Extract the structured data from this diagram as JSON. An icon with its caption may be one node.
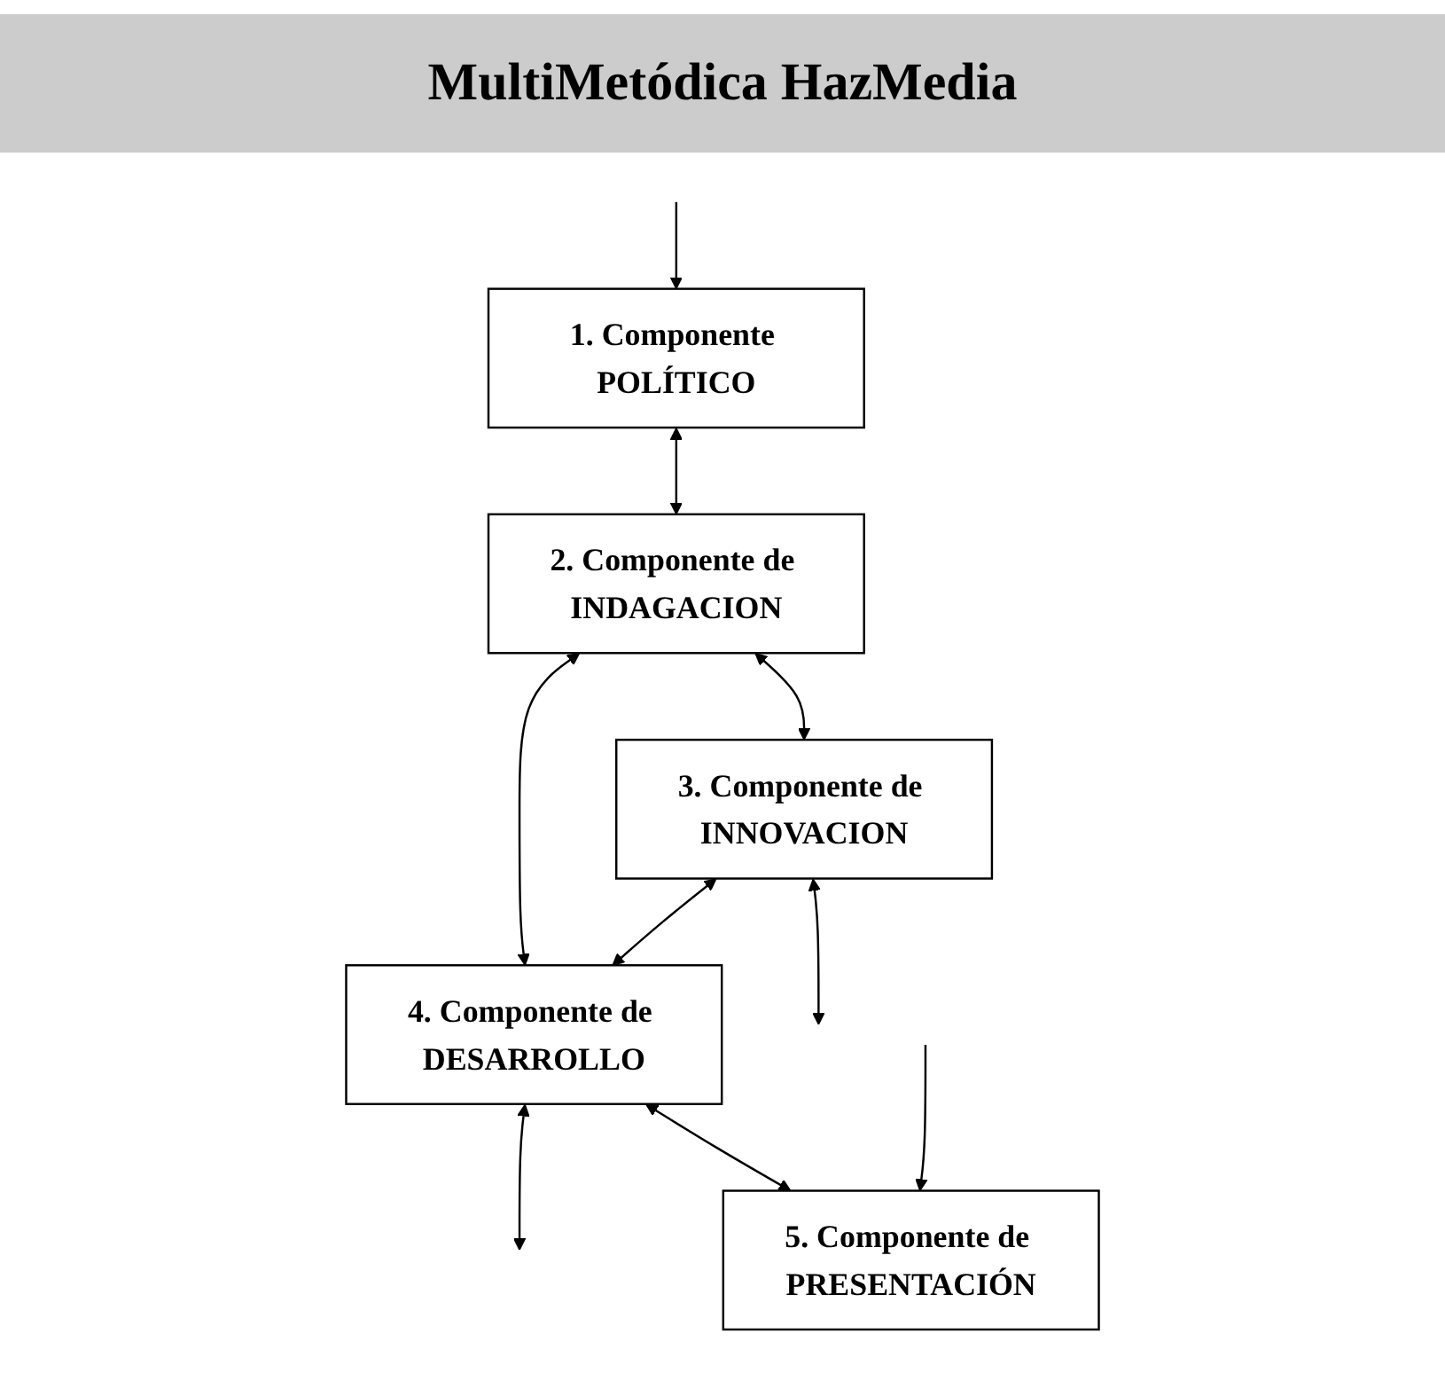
{
  "diagram": {
    "title": "MultiMetódica HazMedia",
    "nodes": [
      {
        "text": [
          "1. Componente POLÍTICO"
        ]
      },
      {
        "text": [
          "2. Componente de INDAGACION"
        ]
      },
      {
        "text": [
          "3. Componente de INNOVACION"
        ]
      },
      {
        "text": [
          "4. Componente de DESARROLLO"
        ]
      },
      {
        "text": [
          "5. Componente de PRESENTACIÓN"
        ]
      }
    ],
    "edges": [
      {
        "from": null,
        "to": 0,
        "arrow": "to"
      },
      {
        "from": 0,
        "to": 1,
        "arrow": "both"
      },
      {
        "from": 1,
        "to": 2,
        "arrow": "both"
      },
      {
        "from": 2,
        "to": null,
        "arrow": "both"
      },
      {
        "from": 1,
        "to": 3,
        "arrow": "both"
      },
      {
        "from": 2,
        "to": 3,
        "arrow": "both"
      },
      {
        "from": 3,
        "to": null,
        "arrow": "both"
      },
      {
        "from": 3,
        "to": 4,
        "arrow": "both"
      },
      {
        "from": null,
        "to": 4,
        "arrow": "to"
      }
    ]
  }
}
